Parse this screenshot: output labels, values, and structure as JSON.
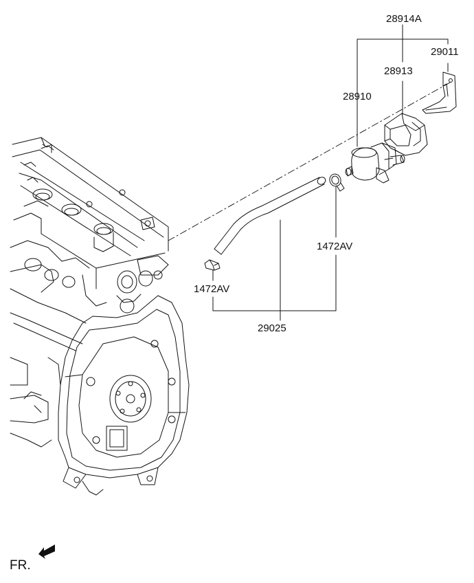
{
  "labels": {
    "assembly": "28914A",
    "bracket": "29011",
    "cover": "28913",
    "valve": "28910",
    "clamp_right": "1472AV",
    "clamp_left": "1472AV",
    "hose": "29025"
  },
  "direction": {
    "text": "FR.",
    "icon": "front-arrow-icon"
  },
  "colors": {
    "line": "#111111",
    "part_fill": "#ffffff"
  }
}
